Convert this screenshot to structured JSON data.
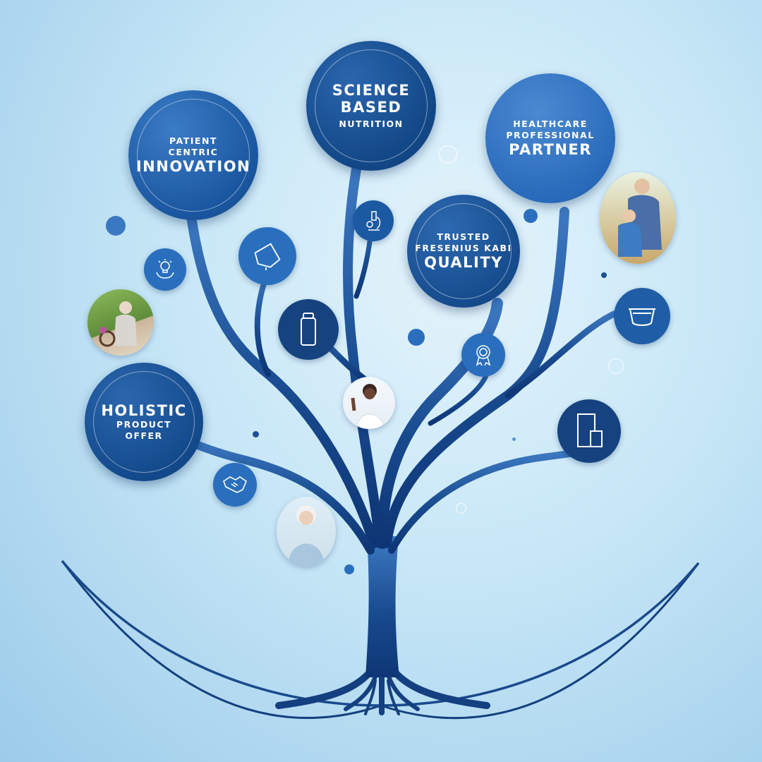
{
  "colors": {
    "trunk_dark": "#103a78",
    "branch_light": "#4a86cc",
    "circle_dark": "#0f4c93",
    "circle_mid": "#2f6db7",
    "icon_bg": "#1f63ad",
    "dot": "#2a6fbd"
  },
  "pillars": {
    "innovation": {
      "line1": "PATIENT",
      "line2": "CENTRIC",
      "main": "INNOVATION"
    },
    "science": {
      "main1": "SCIENCE",
      "main2": "BASED",
      "sub": "NUTRITION"
    },
    "partner": {
      "line1": "HEALTHCARE",
      "line2": "PROFESSIONAL",
      "main": "PARTNER"
    },
    "quality": {
      "line1": "TRUSTED",
      "line2": "FRESENIUS KABI",
      "main": "QUALITY"
    },
    "holistic": {
      "main": "HOLISTIC",
      "line1": "PRODUCT",
      "line2": "OFFER"
    }
  },
  "icons": [
    "lightbulb-hands-icon",
    "feeding-bag-icon",
    "microscope-icon",
    "bottle-icon",
    "award-ribbon-icon",
    "cup-icon",
    "handshake-icon",
    "product-cartons-icon"
  ],
  "photos": [
    "woman-cycling-photo",
    "woman-victory-sign-photo",
    "grandfather-granddaughter-photo",
    "older-woman-smiling-photo"
  ]
}
